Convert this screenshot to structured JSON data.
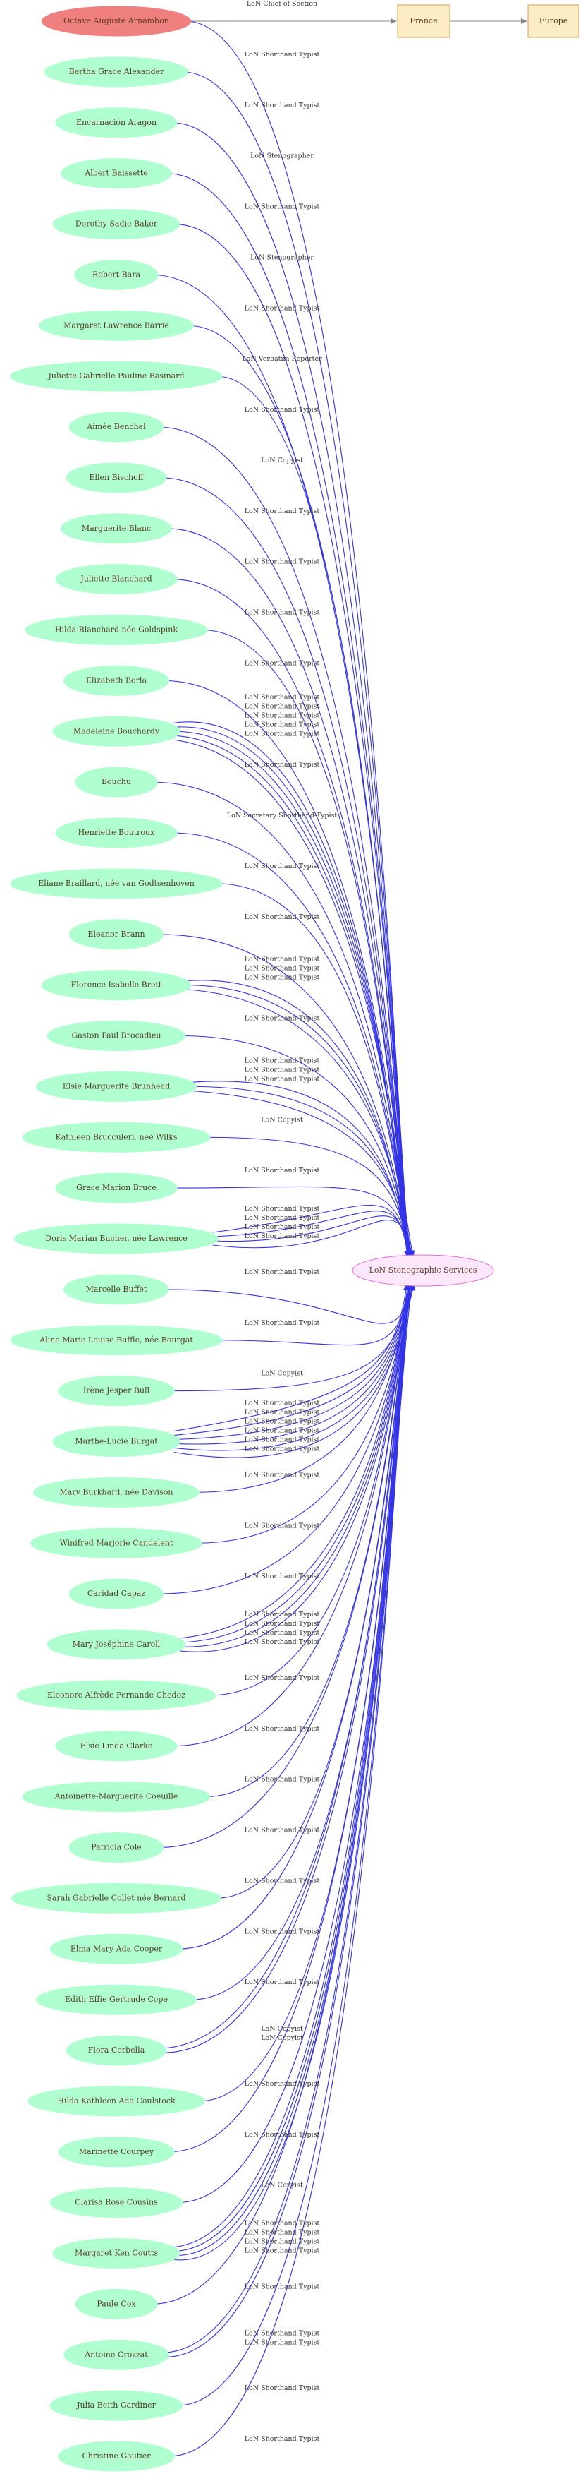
{
  "colors": {
    "person_fill": "#b0ffd0",
    "person_text": "#5a3a22",
    "root_fill": "#f08080",
    "place_fill": "#fdedc4",
    "place_stroke": "#d2a25a",
    "service_fill": "#fde8fb",
    "service_stroke": "#e06cd8",
    "edge_blue": "#3333e6",
    "edge_gray": "#888888"
  },
  "root": {
    "label": "Octave Auguste Arnambon"
  },
  "places": {
    "france": "France",
    "europe": "Europe"
  },
  "service": {
    "label": "LoN Stenographic Services"
  },
  "persons": [
    {
      "label": "Octave Auguste Arnambon",
      "edges": [
        "LoN Chief of Section"
      ]
    },
    {
      "label": "Bertha Grace Alexander",
      "edges": [
        "LoN Shorthand Typist"
      ]
    },
    {
      "label": "Encarnación Aragon",
      "edges": [
        "LoN Shorthand Typist"
      ]
    },
    {
      "label": "Albert Baissette",
      "edges": [
        "LoN Stenographer"
      ]
    },
    {
      "label": "Dorothy Sadie Baker",
      "edges": [
        "LoN Shorthand Typist"
      ]
    },
    {
      "label": "Robert Bara",
      "edges": [
        "LoN Stenographer"
      ]
    },
    {
      "label": "Margaret Lawrence Barrie",
      "edges": [
        "LoN Shorthand Typist"
      ]
    },
    {
      "label": "Juliette Gabrielle Pauline Basinard",
      "edges": [
        "LoN Verbatim Reporter"
      ]
    },
    {
      "label": "Aimée Benchel",
      "edges": [
        "LoN Shorthand Typist"
      ]
    },
    {
      "label": "Ellen Bischoff",
      "edges": [
        "LoN Copyist"
      ]
    },
    {
      "label": "Marguerite Blanc",
      "edges": [
        "LoN Shorthand Typist"
      ]
    },
    {
      "label": "Juliette Blanchard",
      "edges": [
        "LoN Shorthand Typist"
      ]
    },
    {
      "label": "Hilda Blanchard née Goldspink",
      "edges": [
        "LoN Shorthand Typist"
      ]
    },
    {
      "label": "Elizabeth Borla",
      "edges": [
        "LoN Shorthand Typist"
      ]
    },
    {
      "label": "Madeleine Bouchardy",
      "edges": [
        "LoN Shorthand Typist",
        "LoN Shorthand Typist",
        "LoN Shorthand Typist",
        "LoN Shorthand Typist",
        "LoN Shorthand Typist"
      ]
    },
    {
      "label": "Bouchu",
      "edges": [
        "LoN Shorthand Typist"
      ]
    },
    {
      "label": "Henriette Boutroux",
      "edges": [
        "LoN Secretary Shorthand-Typist"
      ]
    },
    {
      "label": "Eliane Braillard, née van Godtsenhoven",
      "edges": [
        "LoN Shorthand Typist"
      ]
    },
    {
      "label": "Eleanor Brann",
      "edges": [
        "LoN Shorthand Typist"
      ]
    },
    {
      "label": "Florence Isabelle Brett",
      "edges": [
        "LoN Shorthand Typist",
        "LoN Shorthand Typist",
        "LoN Shorthand Typist"
      ]
    },
    {
      "label": "Gaston Paul Brocadieu",
      "edges": [
        "LoN Shorthand Typist"
      ]
    },
    {
      "label": "Elsie Marguerite Brunhead",
      "edges": [
        "LoN Shorthand Typist",
        "LoN Shorthand Typist",
        "LoN Shorthand Typist"
      ]
    },
    {
      "label": "Kathleen Brucculeri, neé Wilks",
      "edges": [
        "LoN Copyist"
      ]
    },
    {
      "label": "Grace Marion Bruce",
      "edges": [
        "LoN Shorthand Typist"
      ]
    },
    {
      "label": "Doris Marian Bucher, née Lawrence",
      "edges": [
        "LoN Shorthand Typist",
        "LoN Shorthand Typist",
        "LoN Shorthand Typist",
        "LoN Shorthand Typist"
      ]
    },
    {
      "label": "Marcelle Buffet",
      "edges": [
        "LoN Shorthand Typist"
      ]
    },
    {
      "label": "Aline Marie Louise Buffle, née Bourgat",
      "edges": [
        "LoN Shorthand Typist"
      ]
    },
    {
      "label": "Irène Jesper Bull",
      "edges": [
        "LoN Copyist"
      ]
    },
    {
      "label": "Marthe-Lucie Burgat",
      "edges": [
        "LoN Shorthand Typist",
        "LoN Shorthand Typist",
        "LoN Shorthand Typist",
        "LoN Shorthand Typist",
        "LoN Shorthand Typist",
        "LoN Shorthand Typist"
      ]
    },
    {
      "label": "Mary Burkhard, née Davison",
      "edges": [
        "LoN Shorthand Typist"
      ]
    },
    {
      "label": "Winifred Marjorie Candelent",
      "edges": [
        "LoN Shorthand Typist"
      ]
    },
    {
      "label": "Caridad Capaz",
      "edges": [
        "LoN Shorthand Typist"
      ]
    },
    {
      "label": "Mary Joséphine Caroll",
      "edges": [
        "LoN Shorthand Typist",
        "LoN Shorthand Typist",
        "LoN Shorthand Typist",
        "LoN Shorthand Typist"
      ]
    },
    {
      "label": "Eleonore Alfrède Fernande Chedoz",
      "edges": [
        "LoN Shorthand Typist"
      ]
    },
    {
      "label": "Elsie Linda Clarke",
      "edges": [
        "LoN Shorthand Typist"
      ]
    },
    {
      "label": "Antoinette-Marguerite Coeuille",
      "edges": [
        "LoN Shorthand Typist"
      ]
    },
    {
      "label": "Patricia Cole",
      "edges": [
        "LoN Shorthand Typist"
      ]
    },
    {
      "label": "Sarah Gabrielle Collet née Bernard",
      "edges": [
        "LoN Shorthand Typist"
      ]
    },
    {
      "label": "Elma Mary Ada Cooper",
      "edges": [
        "LoN Shorthand Typist"
      ]
    },
    {
      "label": "Edith Effie Gertrude Cope",
      "edges": [
        "LoN Shorthand Typist"
      ]
    },
    {
      "label": "Flora Corbella",
      "edges": [
        "LoN Copyist",
        "LoN Copyist"
      ]
    },
    {
      "label": "Hilda Kathleen Ada Coulstock",
      "edges": [
        "LoN Shorthand Typist"
      ]
    },
    {
      "label": "Marinette Courpey",
      "edges": [
        "LoN Shorthand Typist"
      ]
    },
    {
      "label": "Clarisa Rose Cousins",
      "edges": [
        "LoN Copyist"
      ]
    },
    {
      "label": "Margaret Ken Coutts",
      "edges": [
        "LoN Shorthand Typist",
        "LoN Shorthand Typist",
        "LoN Shorthand Typist",
        "LoN Shorthand Typist"
      ]
    },
    {
      "label": "Paule Cox",
      "edges": [
        "LoN Shorthand Typist"
      ]
    },
    {
      "label": "Antoine Crozzat",
      "edges": [
        "LoN Shorthand Typist",
        "LoN Shorthand Typist"
      ]
    },
    {
      "label": "Julia Beith Gardiner",
      "edges": [
        "LoN Shorthand Typist"
      ]
    },
    {
      "label": "Christine Gautier",
      "edges": [
        "LoN Shorthand Typist"
      ]
    }
  ]
}
